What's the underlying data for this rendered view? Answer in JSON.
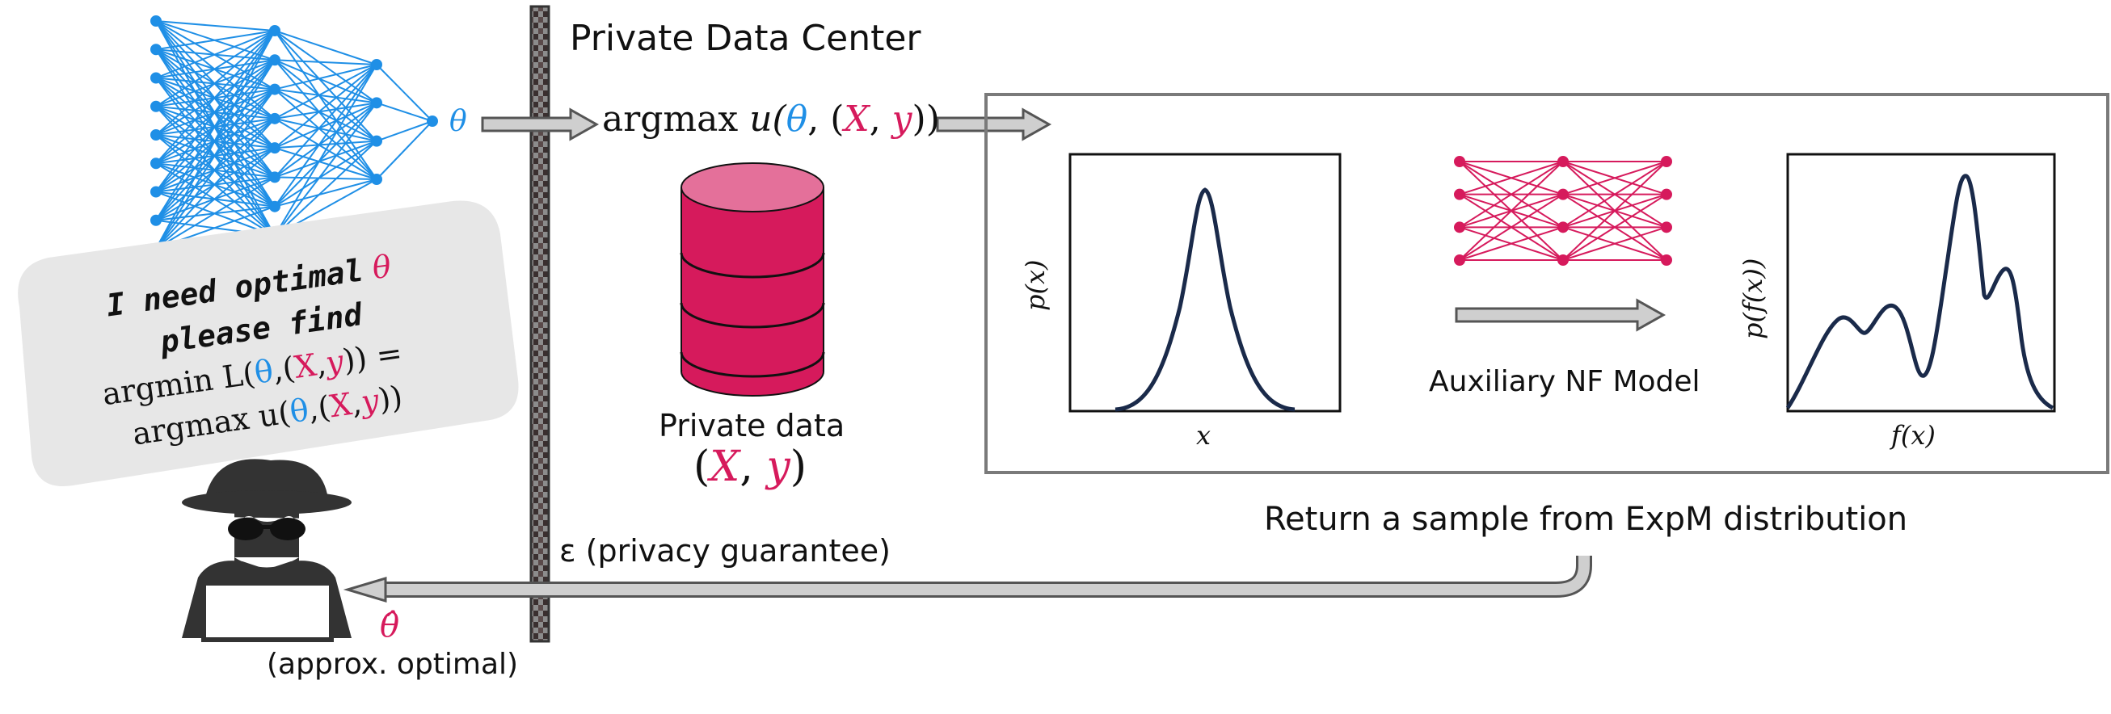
{
  "header": {
    "title": "Private Data Center"
  },
  "network": {
    "theta_symbol": "θ"
  },
  "query": {
    "prefix": "argmax",
    "func": "u(",
    "theta": "θ",
    "comma1": ", (",
    "X": "X",
    "comma2": ", ",
    "y": "y",
    "suffix": "))"
  },
  "database": {
    "label": "Private data",
    "var_open": "(",
    "var_X": "X",
    "var_comma": ", ",
    "var_y": "y",
    "var_close": ")"
  },
  "panel": {
    "left_plot": {
      "ylabel": "p(x)",
      "xlabel": "x"
    },
    "right_plot": {
      "ylabel": "p(f(x))",
      "xlabel": "f(x)"
    },
    "nf_label": "Auxiliary NF Model"
  },
  "return_label": "Return a sample from ExpM distribution",
  "privacy_label": "ε (privacy guarantee)",
  "bubble": {
    "line1": "I need optimal",
    "line1_theta": "θ",
    "line2": "please find",
    "line3_prefix": "argmin L(",
    "line3_theta": "θ",
    "line3_mid": ",(",
    "line3_X": "X",
    "line3_comma": ",",
    "line3_y": "y",
    "line3_suffix": ")) =",
    "line4_prefix": "argmax u(",
    "line4_theta": "θ",
    "line4_mid": ",(",
    "line4_X": "X",
    "line4_comma": ",",
    "line4_y": "y",
    "line4_suffix": "))"
  },
  "output": {
    "theta_hat": "θ̂",
    "label": "(approx. optimal)"
  },
  "colors": {
    "blue": "#1f8fe6",
    "pink": "#d61a5c",
    "navy": "#1a2a4a",
    "gray_arrow": "#b0b0b0"
  },
  "icons": [
    "neural-network-icon",
    "database-icon",
    "hacker-icon",
    "nf-network-icon"
  ]
}
